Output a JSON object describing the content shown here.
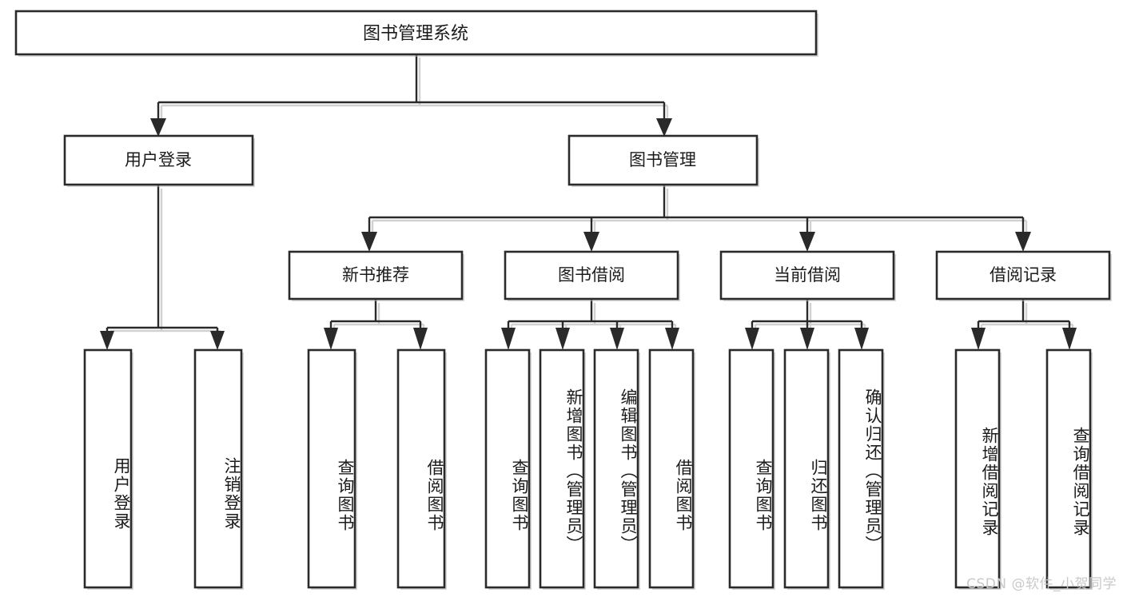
{
  "diagram": {
    "type": "tree",
    "title": "图书管理系统",
    "watermark": "CSDN @软件_小贺同学",
    "colors": {
      "box_fill": "#ffffff",
      "box_stroke": "#2a2a2a",
      "text": "#1b1b1b",
      "watermark": "#c9c9c9",
      "shadow": "#b8b8b8"
    },
    "levels": {
      "root": {
        "label": "图书管理系统"
      },
      "level2": [
        {
          "label": "用户登录"
        },
        {
          "label": "图书管理"
        }
      ],
      "level3": [
        {
          "label": "新书推荐"
        },
        {
          "label": "图书借阅"
        },
        {
          "label": "当前借阅"
        },
        {
          "label": "借阅记录"
        }
      ]
    },
    "leaves": {
      "user_login": [
        {
          "label": "用户登录"
        },
        {
          "label": "注销登录"
        }
      ],
      "new_book_recommend": [
        {
          "label": "查询图书"
        },
        {
          "label": "借阅图书"
        }
      ],
      "book_borrow": [
        {
          "label": "查询图书"
        },
        {
          "label": "新增图书（管理员）"
        },
        {
          "label": "编辑图书（管理员）"
        },
        {
          "label": "借阅图书"
        }
      ],
      "current_borrow": [
        {
          "label": "查询图书"
        },
        {
          "label": "归还图书"
        },
        {
          "label": "确认归还（管理员）"
        }
      ],
      "borrow_record": [
        {
          "label": "新增借阅记录"
        },
        {
          "label": "查询借阅记录"
        }
      ]
    }
  }
}
